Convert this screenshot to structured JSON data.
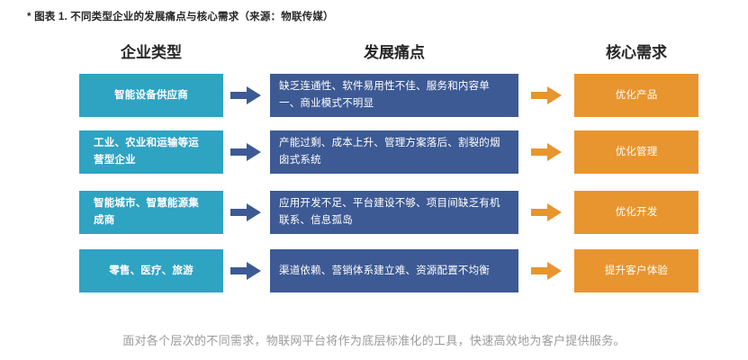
{
  "caption": "* 图表 1. 不同类型企业的发展痛点与核心需求（来源：物联传媒）",
  "headers": {
    "enterprise_type": "企业类型",
    "pain_points": "发展痛点",
    "core_needs": "核心需求"
  },
  "colors": {
    "type_box": "#2FA3C2",
    "pain_box": "#3D5A94",
    "need_box": "#E8952F",
    "arrow_blue": "#3D5A94",
    "arrow_orange": "#E8952F",
    "heading_text": "#262626",
    "footer_text": "#9a9a9a"
  },
  "icons": {
    "arrow_blue": "arrow-right-icon",
    "arrow_orange": "arrow-right-icon"
  },
  "rows": [
    {
      "type": "智能设备供应商",
      "pain": "缺乏连通性、软件易用性不佳、服务和内容单一、商业模式不明显",
      "need": "优化产品"
    },
    {
      "type": "工业、农业和运输等运营型企业",
      "pain": "产能过剩、成本上升、管理方案落后、割裂的烟囱式系统",
      "need": "优化管理"
    },
    {
      "type": "智能城市、智慧能源集成商",
      "pain": "应用开发不足、平台建设不够、项目间缺乏有机联系、信息孤岛",
      "need": "优化开发"
    },
    {
      "type": "零售、医疗、旅游",
      "pain": "渠道依赖、营销体系建立难、资源配置不均衡",
      "need": "提升客户体验"
    }
  ],
  "footer": "面对各个层次的不同需求，物联网平台将作为底层标准化的工具，快速高效地为客户提供服务。"
}
